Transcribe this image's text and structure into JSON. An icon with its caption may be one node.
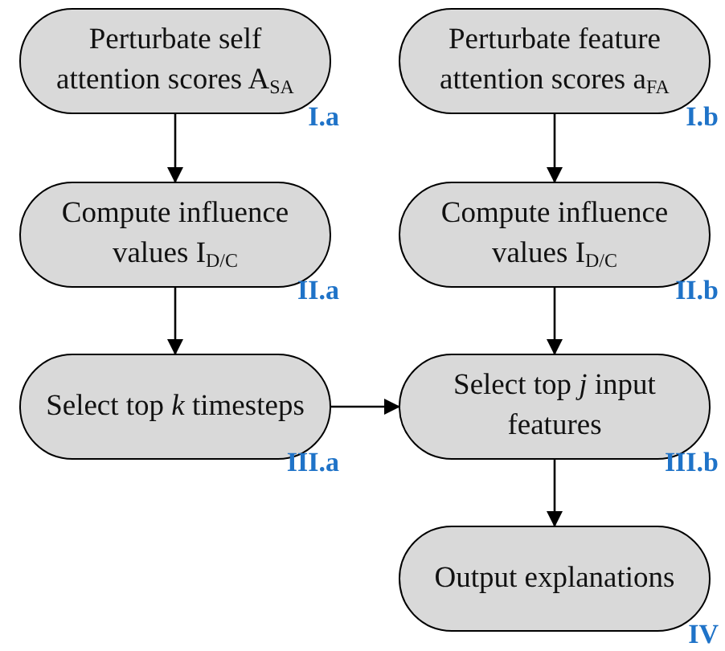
{
  "diagram": {
    "nodes": [
      {
        "text": [
          "Perturbate self attention scores A$_{SA}$"
        ],
        "beside": [
          "I.a"
        ]
      },
      {
        "text": [
          "Perturbate feature attention scores a$_{FA}$"
        ],
        "beside": [
          "I.b"
        ]
      },
      {
        "text": [
          "Compute influence values I$_{D/C}$"
        ],
        "beside": [
          "II.a"
        ]
      },
      {
        "text": [
          "Compute influence values I$_{D/C}$"
        ],
        "beside": [
          "II.b"
        ]
      },
      {
        "text": [
          "Select top *k* timesteps"
        ],
        "beside": [
          "III.a"
        ]
      },
      {
        "text": [
          "Select top *j* input features"
        ],
        "beside": [
          "III.b"
        ]
      },
      {
        "text": [
          "Output explanations"
        ],
        "beside": [
          "IV"
        ]
      }
    ],
    "edges": [
      {
        "from": 0,
        "to": 2,
        "arrow": "to"
      },
      {
        "from": 2,
        "to": 4,
        "arrow": "to"
      },
      {
        "from": 1,
        "to": 3,
        "arrow": "to"
      },
      {
        "from": 3,
        "to": 5,
        "arrow": "to"
      },
      {
        "from": 4,
        "to": 5,
        "arrow": "to"
      },
      {
        "from": 5,
        "to": 6,
        "arrow": "to"
      }
    ]
  }
}
